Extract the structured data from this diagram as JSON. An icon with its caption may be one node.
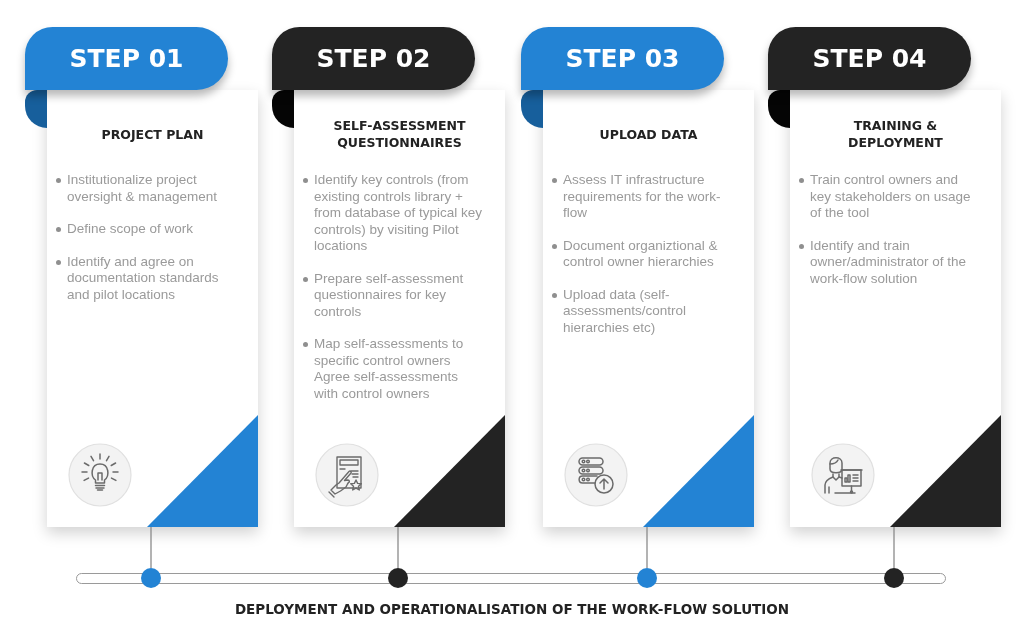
{
  "diagram": {
    "caption": "DEPLOYMENT AND OPERATIONALISATION OF THE WORK-FLOW SOLUTION",
    "nodes": [
      {
        "text": [
          "STEP 01"
        ]
      },
      {
        "text": [
          "PROJECT PLAN",
          "Institutionalize project oversight & management",
          "Define scope of work",
          "Identify and agree on documentation standards and pilot locations"
        ]
      },
      {
        "text": [
          "STEP 02"
        ]
      },
      {
        "text": [
          "SELF-ASSESSMENT QUESTIONNAIRES",
          "Identify key controls (from existing controls library + from database of typical key controls) by visiting Pilot locations",
          "Prepare self-assessment questionnaires for key controls",
          "Map self-assessments to specific control owners Agree self-assessments with control owners"
        ]
      },
      {
        "text": [
          "STEP 03"
        ]
      },
      {
        "text": [
          "UPLOAD DATA",
          "Assess IT infrastructure requirements for the work-flow",
          "Document organiztional & control owner hierarchies",
          "Upload data (self-assessments/control hierarchies etc)"
        ]
      },
      {
        "text": [
          "STEP 04"
        ]
      },
      {
        "text": [
          "TRAINING & DEPLOYMENT",
          "Train control owners and key stakeholders on usage of the tool",
          "Identify and train owner/administrator of the work-flow solution"
        ]
      },
      {
        "text": [],
        "shape": "circle"
      },
      {
        "text": [],
        "shape": "circle"
      },
      {
        "text": [],
        "shape": "circle"
      },
      {
        "text": [],
        "shape": "circle"
      }
    ],
    "edges": [
      {
        "from": 1,
        "to": 8,
        "arrow": "none"
      },
      {
        "from": 3,
        "to": 9,
        "arrow": "none"
      },
      {
        "from": 5,
        "to": 10,
        "arrow": "none"
      },
      {
        "from": 7,
        "to": 11,
        "arrow": "none"
      }
    ]
  }
}
